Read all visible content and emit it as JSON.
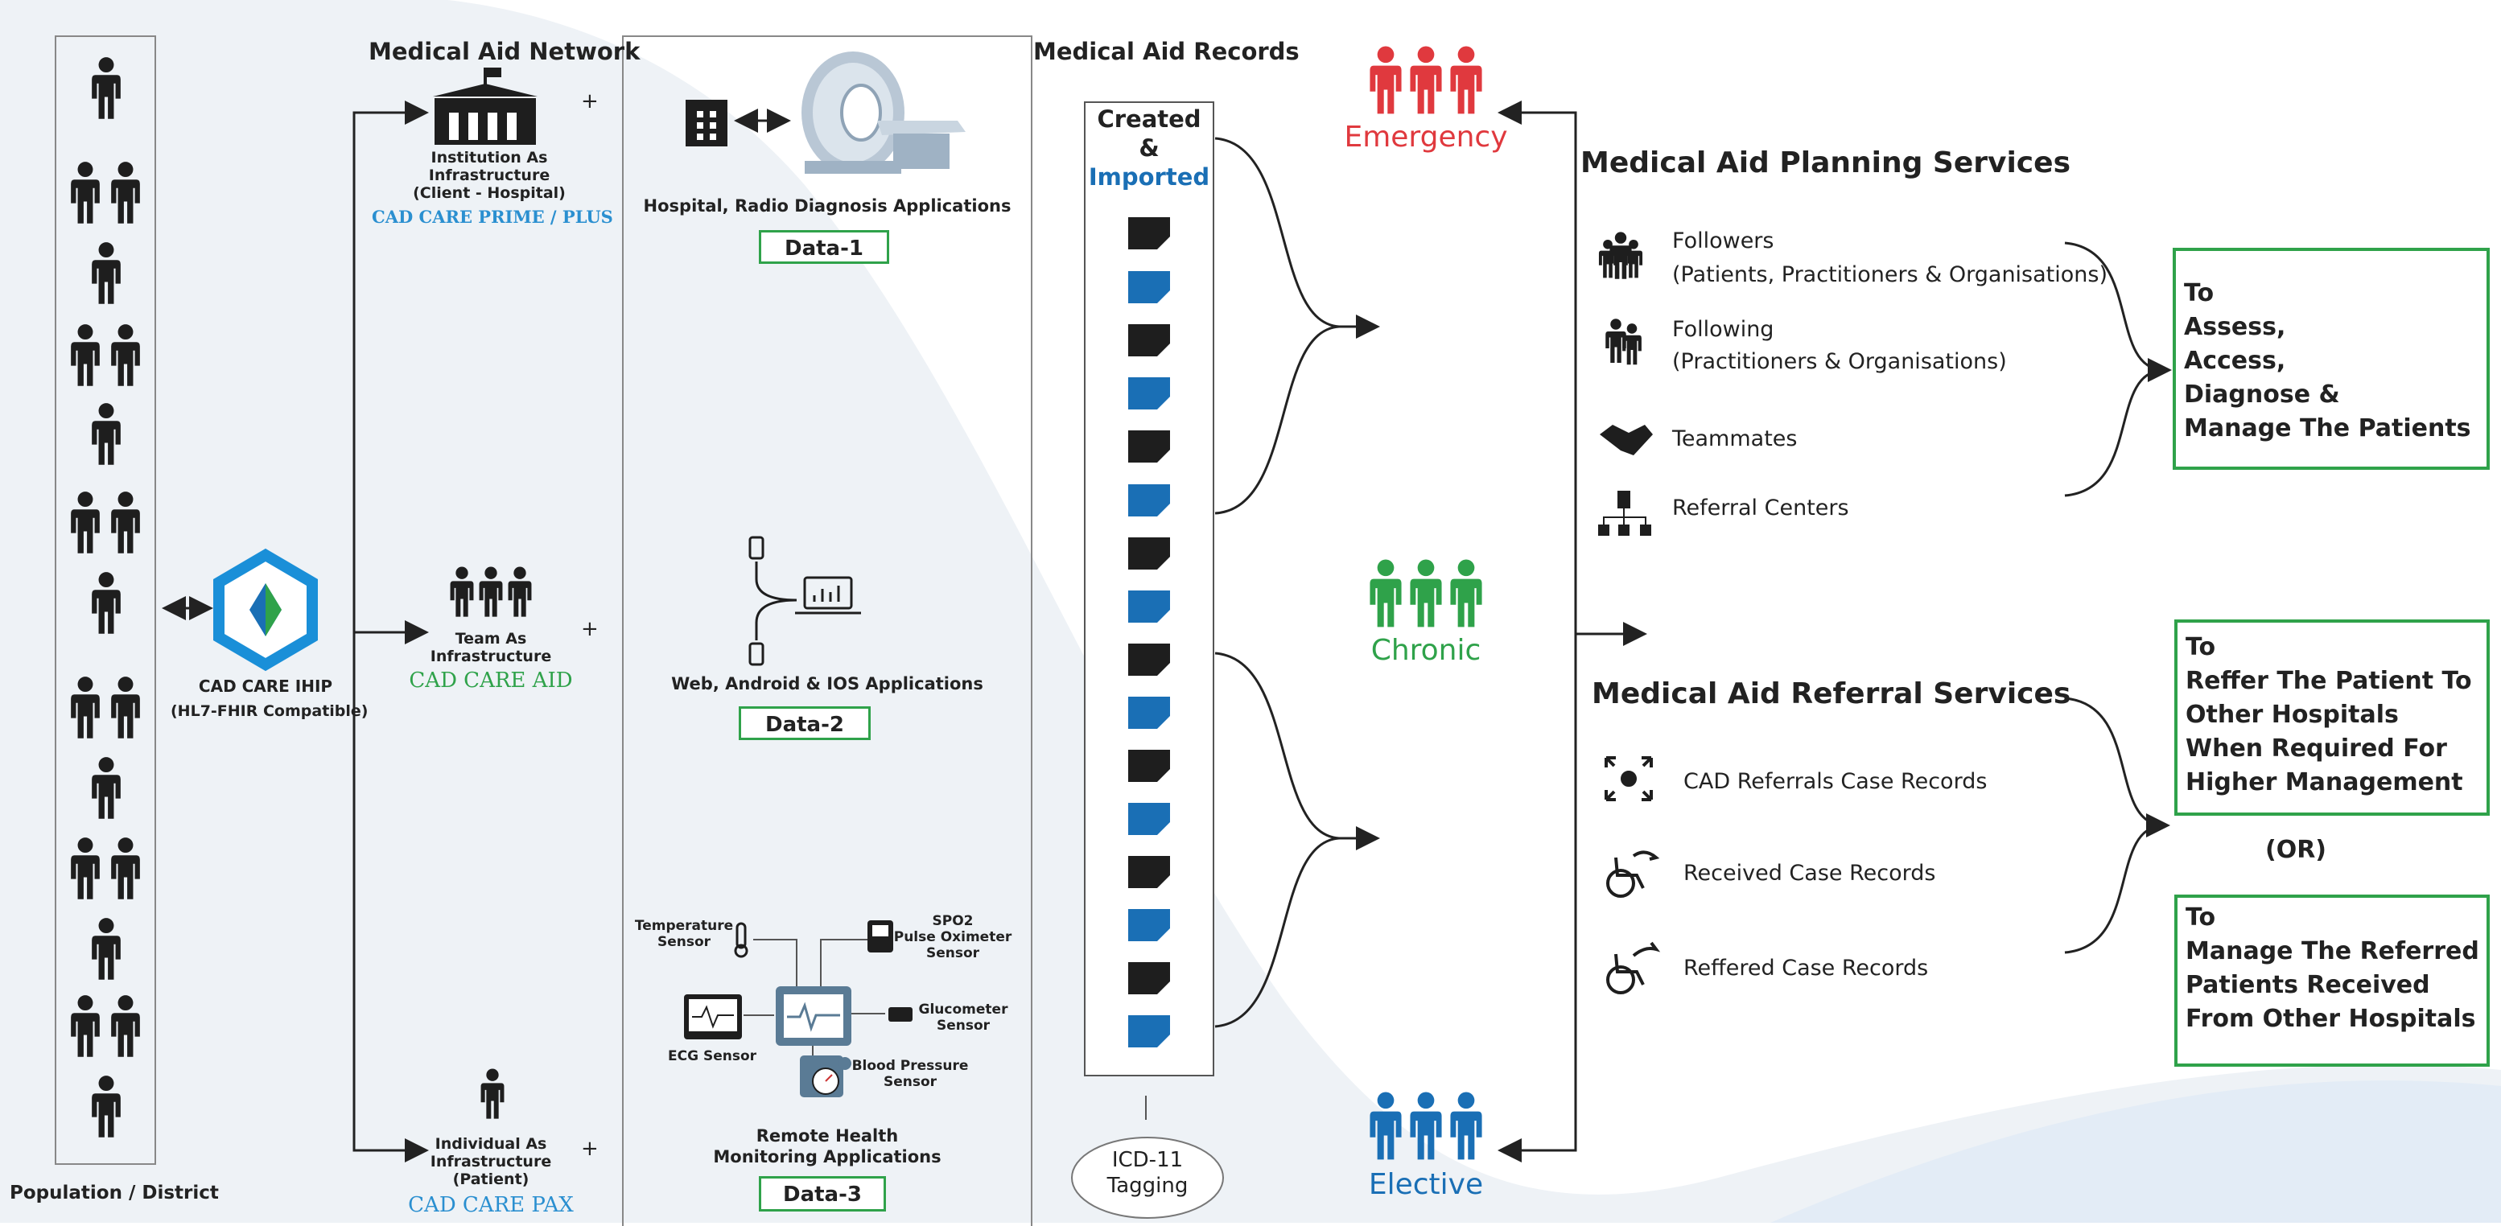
{
  "population": {
    "label": "Population / District"
  },
  "hub": {
    "title": "CAD CARE IHIP",
    "subtitle": "(HL7-FHIR Compatible)"
  },
  "network": {
    "title": "Medical Aid Network",
    "institution": {
      "lines": [
        "Institution As",
        "Infrastructure",
        "(Client - Hospital)"
      ],
      "product": "CAD CARE PRIME / PLUS"
    },
    "team": {
      "lines": [
        "Team As",
        "Infrastructure"
      ],
      "product": "CAD CARE AID"
    },
    "individual": {
      "lines": [
        "Individual As",
        "Infrastructure",
        "(Patient)"
      ],
      "product": "CAD CARE PAX"
    },
    "plus": "+"
  },
  "applications": {
    "hospital": {
      "label": "Hospital, Radio Diagnosis Applications",
      "data": "Data-1"
    },
    "web": {
      "label": "Web, Android & IOS Applications",
      "data": "Data-2"
    },
    "remote": {
      "lines": [
        "Remote Health",
        "Monitoring Applications"
      ],
      "data": "Data-3"
    },
    "sensors": {
      "temperature": [
        "Temperature",
        "Sensor"
      ],
      "spo2": [
        "SPO2",
        "Pulse Oximeter",
        "Sensor"
      ],
      "glucometer": [
        "Glucometer",
        "Sensor"
      ],
      "ecg": [
        "ECG Sensor"
      ],
      "bp": [
        "Blood Pressure",
        "Sensor"
      ]
    }
  },
  "records": {
    "title": "Medical Aid Records",
    "created": "Created",
    "amp": "&",
    "imported": "Imported",
    "tagging": [
      "ICD-11",
      "Tagging"
    ]
  },
  "categories": {
    "emergency": "Emergency",
    "chronic": "Chronic",
    "elective": "Elective"
  },
  "planning": {
    "title": "Medical Aid Planning Services",
    "items": [
      {
        "label": "Followers",
        "sub": "(Patients, Practitioners & Organisations)"
      },
      {
        "label": "Following",
        "sub": "(Practitioners & Organisations)"
      },
      {
        "label": "Teammates",
        "sub": ""
      },
      {
        "label": "Referral Centers",
        "sub": ""
      }
    ],
    "outcome": [
      "To",
      "Assess,",
      "Access,",
      "Diagnose &",
      "Manage The Patients"
    ]
  },
  "referral": {
    "title": "Medical Aid Referral Services",
    "items": [
      {
        "label": "CAD Referrals Case Records"
      },
      {
        "label": "Received Case Records"
      },
      {
        "label": "Reffered Case Records"
      }
    ],
    "outcome1": [
      "To",
      "Reffer The Patient To",
      "Other Hospitals",
      "When Required For",
      "Higher Management"
    ],
    "or": "(OR)",
    "outcome2": [
      "To",
      "Manage The Referred",
      "Patients Received",
      "From Other Hospitals"
    ]
  },
  "colors": {
    "emergency": "#e0393e",
    "chronic": "#2fa24a",
    "elective": "#1a6fb5",
    "product_blue": "#2a8fd0",
    "product_green": "#2fa24a",
    "dark": "#1e1e1e",
    "border_green": "#2fa24a"
  }
}
